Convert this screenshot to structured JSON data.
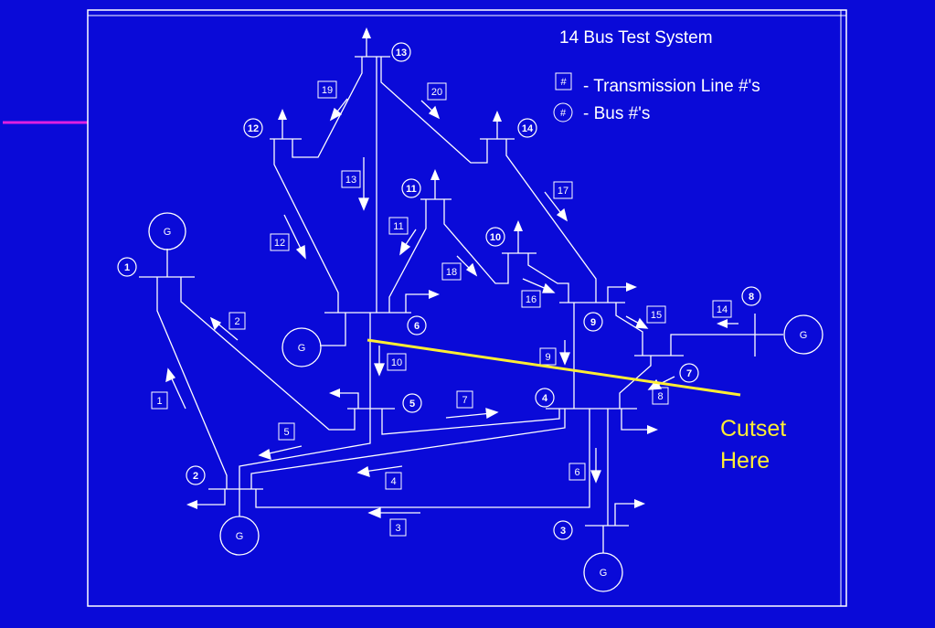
{
  "title": "14 Bus Test System",
  "legend": {
    "line_symbol": "#",
    "line_text": "- Transmission Line #'s",
    "bus_symbol": "#",
    "bus_text": "- Bus #'s"
  },
  "cutset": {
    "line1": "Cutset",
    "line2": "Here"
  },
  "generator_label": "G",
  "buses": [
    "1",
    "2",
    "3",
    "4",
    "5",
    "6",
    "7",
    "8",
    "9",
    "10",
    "11",
    "12",
    "13",
    "14"
  ],
  "lines": [
    "1",
    "2",
    "3",
    "4",
    "5",
    "6",
    "7",
    "8",
    "9",
    "10",
    "11",
    "12",
    "13",
    "14",
    "15",
    "16",
    "17",
    "18",
    "19",
    "20"
  ],
  "colors": {
    "background": "#0a0ad8",
    "line": "#ffffff",
    "cutset": "#ffee33",
    "accent_bar": "#e020e0"
  }
}
